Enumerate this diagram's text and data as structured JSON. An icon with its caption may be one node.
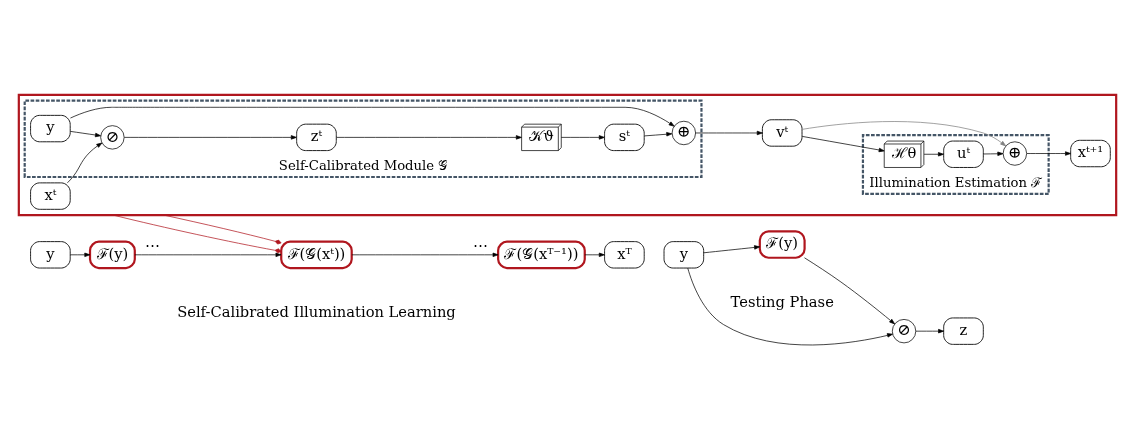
{
  "diagram": {
    "nodes": [
      {
        "text": [],
        "shape": "box"
      },
      {
        "text": [
          "Self-Calibrated Module 𝒢"
        ],
        "in": 0
      },
      {
        "text": [
          "Illumination Estimation ℱ"
        ],
        "in": 0
      },
      {
        "text": [
          "xᵗ"
        ],
        "in": 0
      },
      {
        "text": [
          "⊘"
        ],
        "in": 1
      },
      {
        "text": [
          "zᵗ"
        ],
        "in": 1
      },
      {
        "text": [
          "𝒦ϑ"
        ],
        "in": 1
      },
      {
        "text": [
          "sᵗ"
        ],
        "in": 1
      },
      {
        "text": [
          "⊕"
        ],
        "in": 1
      },
      {
        "text": [
          "y"
        ],
        "in": 1
      },
      {
        "text": [
          "vᵗ"
        ],
        "in": 0
      },
      {
        "text": [
          "ℋθ"
        ],
        "in": 2
      },
      {
        "text": [
          "uᵗ"
        ],
        "in": 2
      },
      {
        "text": [
          "⊕"
        ],
        "in": 2
      },
      {
        "text": [
          "xᵗ⁺¹"
        ],
        "in": 0
      },
      {
        "text": [
          "y"
        ]
      },
      {
        "text": [
          "ℱ(y)"
        ]
      },
      {
        "text": [
          "ℱ(𝒢(xᵗ))"
        ]
      },
      {
        "text": [
          "ℱ(𝒢(xᵀ⁻¹))"
        ]
      },
      {
        "text": [
          "xᵀ"
        ]
      },
      {
        "text": [
          "y"
        ]
      },
      {
        "text": [
          "ℱ(y)"
        ]
      },
      {
        "text": [
          "⊘"
        ]
      },
      {
        "text": [
          "z"
        ]
      }
    ],
    "edges": [
      {
        "from": 3,
        "to": 4,
        "arrow": "to"
      },
      {
        "from": 4,
        "to": 5,
        "arrow": "to"
      },
      {
        "from": 5,
        "to": 6,
        "arrow": "to"
      },
      {
        "from": 6,
        "to": 7,
        "arrow": "to"
      },
      {
        "from": 7,
        "to": 8,
        "arrow": "to"
      },
      {
        "from": 9,
        "to": 4,
        "arrow": "to"
      },
      {
        "from": 9,
        "to": 8,
        "arrow": "to"
      },
      {
        "from": 8,
        "to": 10,
        "arrow": "to"
      },
      {
        "from": 10,
        "to": 11,
        "arrow": "to"
      },
      {
        "from": 11,
        "to": 12,
        "arrow": "to"
      },
      {
        "from": 12,
        "to": 13,
        "arrow": "to"
      },
      {
        "from": 10,
        "to": 13,
        "arrow": "to",
        "color": "#808080"
      },
      {
        "from": 13,
        "to": 14,
        "arrow": "to"
      },
      {
        "from": 17,
        "to": 0,
        "arrow": "other",
        "color": "#b0161e"
      },
      {
        "from": 17,
        "to": 0,
        "arrow": "other",
        "color": "#b0161e"
      },
      {
        "from": 15,
        "to": 16,
        "arrow": "to"
      },
      {
        "from": 16,
        "to": 17,
        "arrow": "to",
        "label": "⋯"
      },
      {
        "from": 17,
        "to": 18,
        "arrow": "to",
        "label": "⋯"
      },
      {
        "from": 18,
        "to": 19,
        "arrow": "to"
      },
      {
        "from": 20,
        "to": 21,
        "arrow": "to"
      },
      {
        "from": 21,
        "to": 22,
        "arrow": "to"
      },
      {
        "from": 20,
        "to": 22,
        "arrow": "to"
      },
      {
        "from": 22,
        "to": 23,
        "arrow": "to"
      }
    ],
    "labels": [
      "Self-Calibrated Illumination Learning",
      "Testing Phase"
    ]
  }
}
